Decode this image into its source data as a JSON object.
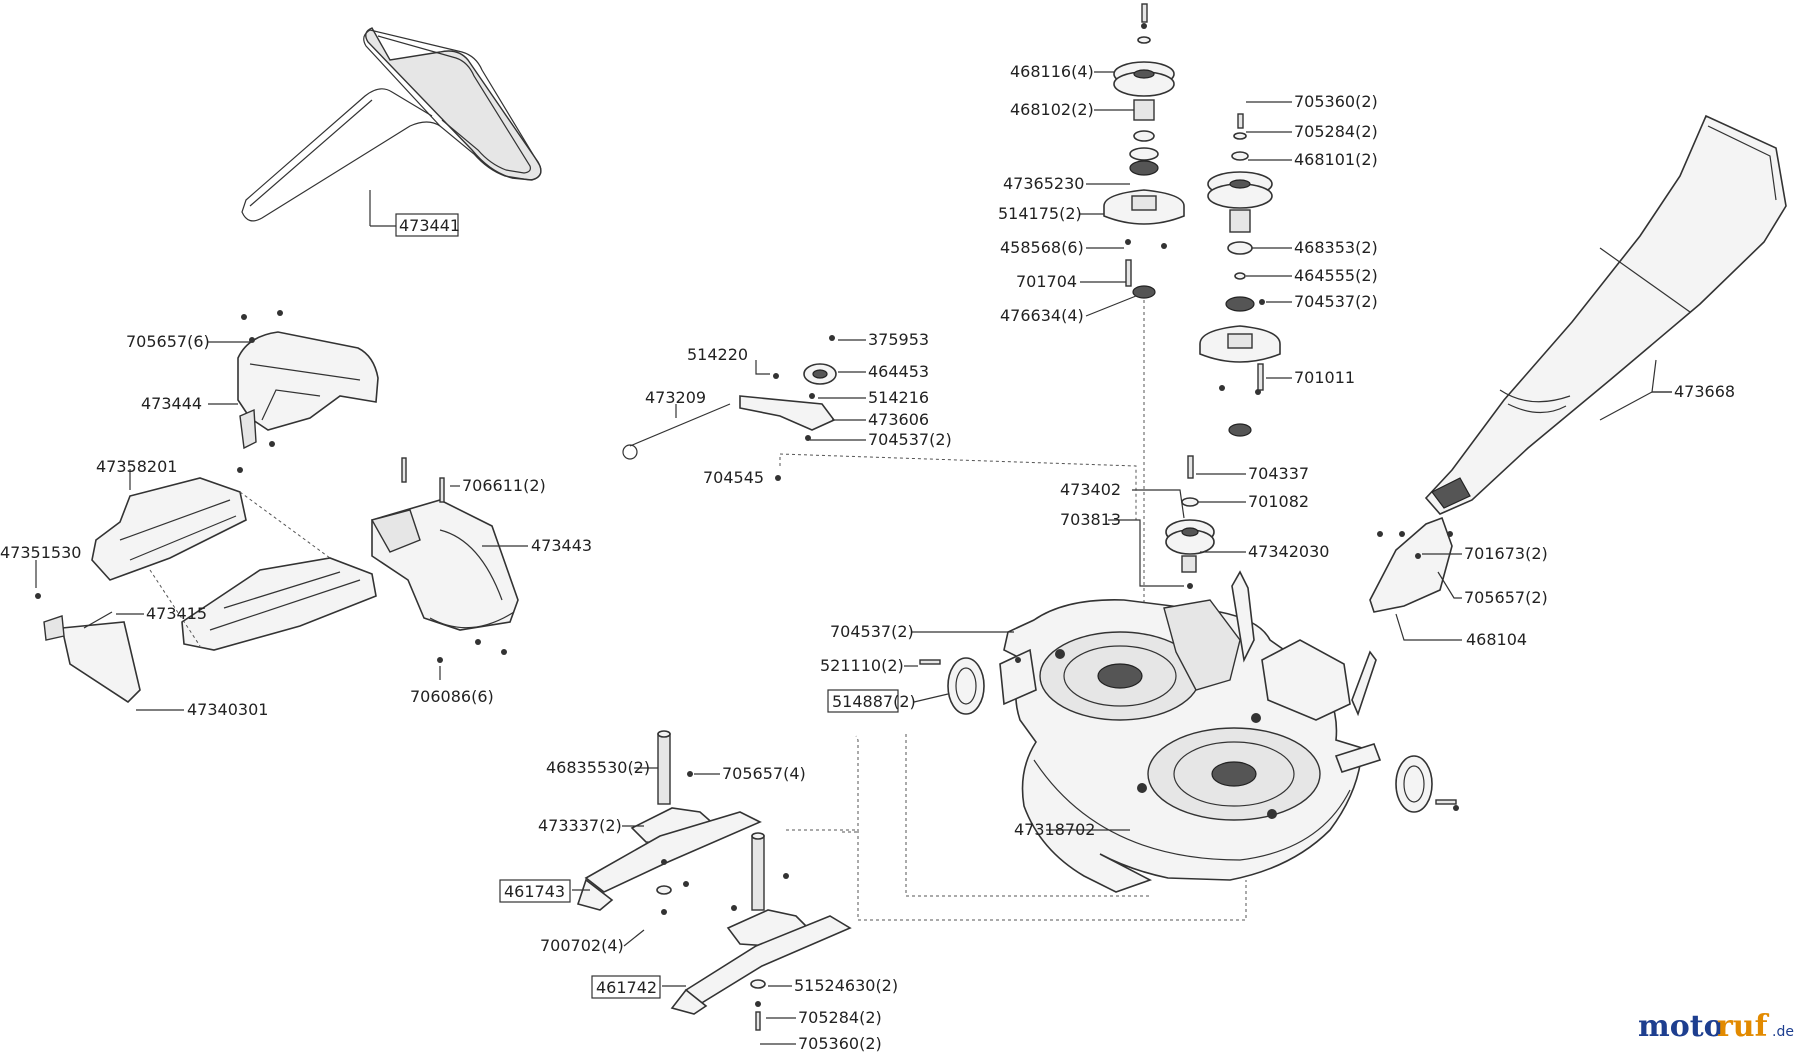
{
  "labels": {
    "belt": "473441",
    "L705657_6": "705657(6)",
    "L473444": "473444",
    "L47358201": "47358201",
    "L47351530": "47351530",
    "L473415": "473415",
    "L47340301": "47340301",
    "L706611": "706611(2)",
    "L473443": "473443",
    "L706086": "706086(6)",
    "L514220": "514220",
    "L375953": "375953",
    "L464453": "464453",
    "L473209": "473209",
    "L514216": "514216",
    "L473606": "473606",
    "L704537a": "704537(2)",
    "L704545": "704545",
    "L468116": "468116(4)",
    "L468102": "468102(2)",
    "L47365230": "47365230",
    "L514175": "514175(2)",
    "L458568": "458568(6)",
    "L701704": "701704",
    "L476634": "476634(4)",
    "L705360a": "705360(2)",
    "L705284a": "705284(2)",
    "L468101": "468101(2)",
    "L468353": "468353(2)",
    "L464555": "464555(2)",
    "L704537b": "704537(2)",
    "L701011": "701011",
    "L473668": "473668",
    "L473402": "473402",
    "L704337": "704337",
    "L701082": "701082",
    "L703813": "703813",
    "L47342030": "47342030",
    "L701673": "701673(2)",
    "L705657_2": "705657(2)",
    "L468104": "468104",
    "L704537c": "704537(2)",
    "L521110": "521110(2)",
    "L514887": "514887(2)",
    "L46835530": "46835530(2)",
    "L705657_4": "705657(4)",
    "L473337": "473337(2)",
    "L47318702": "47318702",
    "L461743": "461743",
    "L700702": "700702(4)",
    "L461742": "461742",
    "L51524630": "51524630(2)",
    "L705284b": "705284(2)",
    "L705360b": "705360(2)"
  },
  "watermark": {
    "brand_a": "moto",
    "brand_b": "ruf",
    "suffix": ".de"
  }
}
